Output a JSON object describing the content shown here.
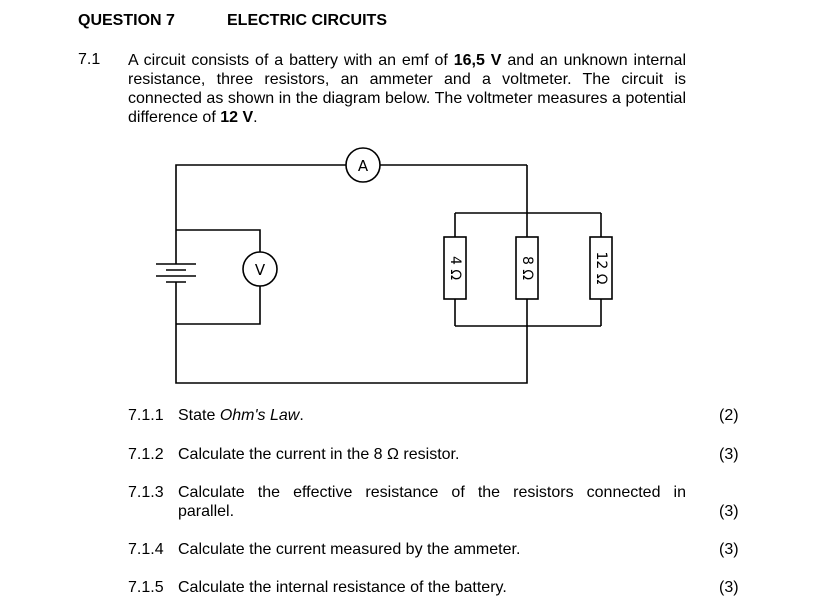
{
  "heading": {
    "number": "QUESTION 7",
    "title": "ELECTRIC CIRCUITS"
  },
  "intro": {
    "number": "7.1",
    "text_1": "A circuit consists of a battery with an emf of ",
    "emf": "16,5 V",
    "text_2": " and an unknown internal resistance, three resistors, an ammeter and a voltmeter. The circuit is connected as shown in the diagram below. The voltmeter measures a potential difference of ",
    "pd": "12 V",
    "text_3": "."
  },
  "circuit": {
    "ammeter_label": "A",
    "voltmeter_label": "V",
    "resistors": [
      "4 Ω",
      "8 Ω",
      "12 Ω"
    ]
  },
  "questions": [
    {
      "number": "7.1.1",
      "text_1": "State ",
      "text_italic": "Ohm's Law",
      "text_2": ".",
      "marks": "(2)"
    },
    {
      "number": "7.1.2",
      "text": "Calculate the current in the 8 Ω resistor.",
      "marks": "(3)"
    },
    {
      "number": "7.1.3",
      "text_line1": "Calculate the effective resistance of the resistors connected in",
      "text_line2": "parallel.",
      "marks": "(3)"
    },
    {
      "number": "7.1.4",
      "text": "Calculate the current measured by the ammeter.",
      "marks": "(3)"
    },
    {
      "number": "7.1.5",
      "text": "Calculate the internal resistance of the battery.",
      "marks": "(3)"
    }
  ]
}
